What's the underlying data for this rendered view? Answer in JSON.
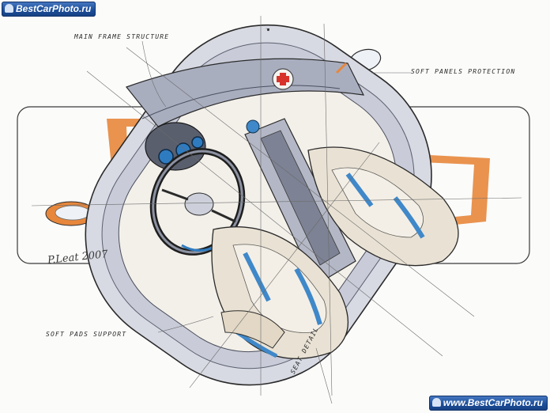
{
  "watermark": {
    "top_text": "BestCarPhoto.ru",
    "bottom_text": "www.BestCarPhoto.ru"
  },
  "annotations": {
    "main_frame": "MAIN FRAME STRUCTURE",
    "soft_panels": "SOFT PANELS PROTECTION",
    "soft_pads": "SOFT PADS SUPPORT",
    "seat_detail": "SEAT DETAIL",
    "signature": "P.Leat 2007"
  },
  "colors": {
    "orange_marker": "#e7873c",
    "blue_marker": "#3f88c9",
    "frame_gray": "#8a8fa0",
    "seat_cream": "#e9e2d4",
    "red_cross": "#d8332b"
  },
  "icons": [
    "red-cross-icon",
    "logo-icon"
  ]
}
